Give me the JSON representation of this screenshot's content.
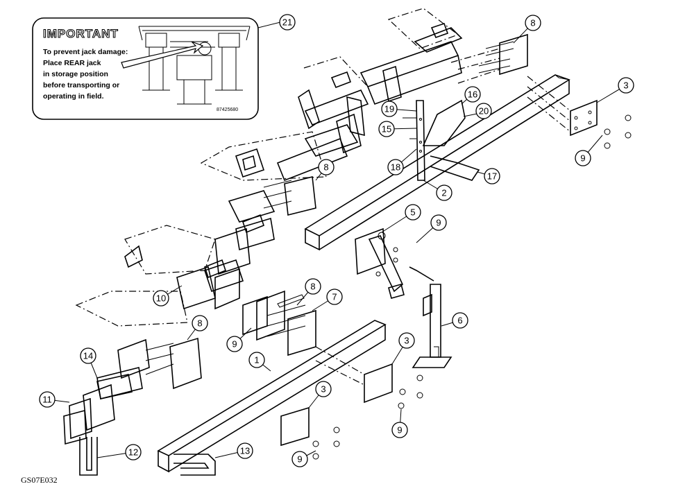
{
  "decal": {
    "title": "IMPORTANT",
    "lines": [
      "To prevent jack damage:",
      "Place REAR jack",
      "in storage position",
      "before transporting or",
      "operating in field."
    ],
    "part_code": "87425680"
  },
  "callouts": [
    {
      "id": "c21",
      "label": "21"
    },
    {
      "id": "c8a",
      "label": "8"
    },
    {
      "id": "c3a",
      "label": "3"
    },
    {
      "id": "c9a",
      "label": "9"
    },
    {
      "id": "c16",
      "label": "16"
    },
    {
      "id": "c20",
      "label": "20"
    },
    {
      "id": "c19",
      "label": "19"
    },
    {
      "id": "c15",
      "label": "15"
    },
    {
      "id": "c18",
      "label": "18"
    },
    {
      "id": "c17",
      "label": "17"
    },
    {
      "id": "c8b",
      "label": "8"
    },
    {
      "id": "c2",
      "label": "2"
    },
    {
      "id": "c5",
      "label": "5"
    },
    {
      "id": "c9b",
      "label": "9"
    },
    {
      "id": "c10",
      "label": "10"
    },
    {
      "id": "c8c",
      "label": "8"
    },
    {
      "id": "c7",
      "label": "7"
    },
    {
      "id": "c6",
      "label": "6"
    },
    {
      "id": "c8d",
      "label": "8"
    },
    {
      "id": "c9c",
      "label": "9"
    },
    {
      "id": "c1",
      "label": "1"
    },
    {
      "id": "c3b",
      "label": "3"
    },
    {
      "id": "c14",
      "label": "14"
    },
    {
      "id": "c11",
      "label": "11"
    },
    {
      "id": "c9d",
      "label": "9"
    },
    {
      "id": "c3c",
      "label": "3"
    },
    {
      "id": "c12",
      "label": "12"
    },
    {
      "id": "c13",
      "label": "13"
    },
    {
      "id": "c9e",
      "label": "9"
    }
  ],
  "drawing_id": "GS07E032"
}
